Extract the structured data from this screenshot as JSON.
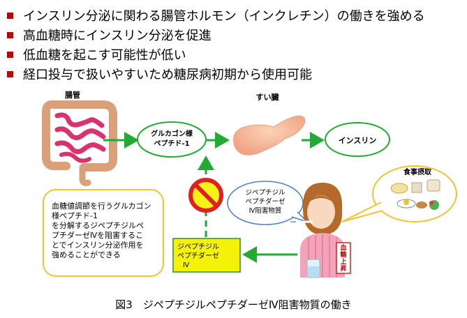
{
  "bullets": [
    "インスリン分泌に関わる腸管ホルモン（インクレチン）の働きを強める",
    "高血糖時にインスリン分泌を促進",
    "低血糖を起こす可能性が低い",
    "経口投与で扱いやすいため糖尿病初期から使用可能"
  ],
  "diagram": {
    "intestine_label": "腸管",
    "pancreas_label": "すい臓",
    "glp1_line1": "グルカゴン様",
    "glp1_line2": "ペプチド-1",
    "insulin_label": "インスリン",
    "dpp4_line1": "ジペプチジル",
    "dpp4_line2": "ペプチダーゼ",
    "dpp4_line3": "Ⅳ",
    "inhibitor_line1": "ジペプチジル",
    "inhibitor_line2": "ペプチダーゼ",
    "inhibitor_line3": "Ⅳ阻害物質",
    "meal_label": "食事摂取",
    "blood_sugar_rise": [
      "血",
      "糖",
      "上",
      "昇"
    ],
    "explanation": [
      "血糖値調節を行うグルカゴン",
      "様ペプチド-1",
      "を分解するジペプチジルペ",
      "プチダーゼⅣを阻害するこ",
      "とでインスリン分泌作用を",
      "強めることができる"
    ]
  },
  "caption": "図3　ジペプチジルペプチダーゼⅣ阻害物質の働き",
  "colors": {
    "bullet": "#c00000",
    "arrow": "#22aa33",
    "dpp4_fill": "#f5f20a",
    "note_border": "#f2c233",
    "prohibit": "#e02020"
  }
}
